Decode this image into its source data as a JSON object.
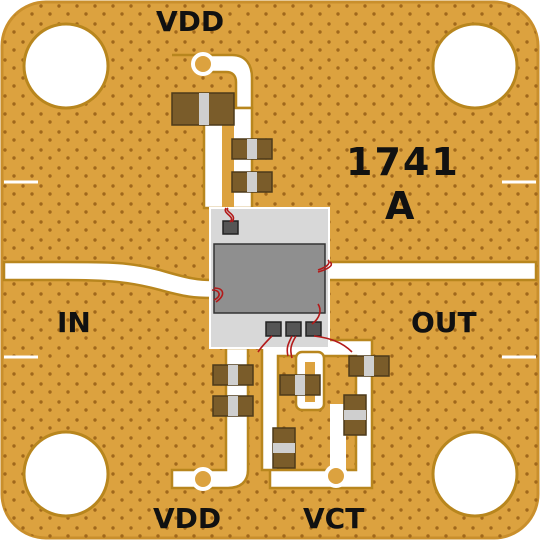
{
  "labels": {
    "vdd_top": "VDD",
    "vdd_bottom": "VDD",
    "vct": "VCT",
    "input": "IN",
    "output": "OUT",
    "part_number": "1741",
    "revision": "A"
  },
  "colors": {
    "substrate": "#dca23f",
    "substrate_edge": "#c98f2c",
    "via": "#a0681c",
    "trace": "#ffffff",
    "die_frame": "#d8d8d8",
    "die": "#8f8f8f",
    "die_border": "#333333",
    "capacitor": "#7a5c2a",
    "capacitor_electrode": "#cfcfcf",
    "bond_wire": "#b31a1a",
    "pad": "#555555"
  }
}
